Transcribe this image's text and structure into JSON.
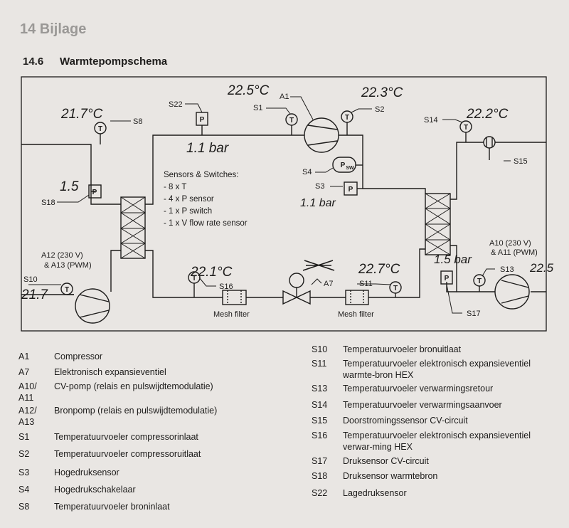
{
  "header": {
    "chapter": "14 Bijlage",
    "section_number": "14.6",
    "section_title": "Warmtepompschema"
  },
  "diagram": {
    "sensors_box": {
      "title": "Sensors & Switches:",
      "items": [
        "- 8 x T",
        "- 4 x P sensor",
        "- 1 x P switch",
        "- 1 x V flow rate sensor"
      ]
    },
    "labels": {
      "A1": "A1",
      "S1": "S1",
      "S2": "S2",
      "S3": "S3",
      "S4": "S4",
      "S8": "S8",
      "S10": "S10",
      "S11": "S11",
      "S13": "S13",
      "S14": "S14",
      "S15": "S15",
      "S16": "S16",
      "S17": "S17",
      "S18": "S18",
      "S22": "S22",
      "A7": "A7",
      "A12_line1": "A12 (230 V)",
      "A12_line2": "& A13 (PWM)",
      "A10_line1": "A10 (230 V)",
      "A10_line2": "& A11 (PWM)",
      "mesh_filter_left": "Mesh filter",
      "mesh_filter_right": "Mesh filter",
      "psw": "P",
      "psw_sub": "SW",
      "T": "T",
      "P": "P"
    },
    "handwritten": {
      "s8_temp": "21.7°C",
      "a1_temp": "22.5°C",
      "s2_temp": "22.3°C",
      "s14_temp": "22.2°C",
      "s22_pressure": "1.1 bar",
      "s3_pressure": "1.1 bar",
      "s18_pressure": "1.5",
      "s10_temp": "21.7",
      "s16_temp": "22.1°C",
      "s11_temp": "22.7°C",
      "s17_pressure": "1.5 bar",
      "s13_temp": "22.5"
    }
  },
  "legend_left": [
    {
      "code": "A1",
      "desc": "Compressor"
    },
    {
      "code": "A7",
      "desc": "Elektronisch expansieventiel"
    },
    {
      "code": "A10/\nA11",
      "desc": "CV-pomp (relais en pulswijdtemodulatie)"
    },
    {
      "code": "A12/\nA13",
      "desc": "Bronpomp (relais en pulswijdtemodulatie)"
    },
    {
      "code": "S1",
      "desc": "Temperatuurvoeler compressorinlaat"
    },
    {
      "code": "S2",
      "desc": "Temperatuurvoeler compressoruitlaat"
    },
    {
      "code": "S3",
      "desc": "Hogedruksensor"
    },
    {
      "code": "S4",
      "desc": "Hogedrukschakelaar"
    },
    {
      "code": "S8",
      "desc": "Temperatuurvoeler broninlaat"
    }
  ],
  "legend_right": [
    {
      "code": "S10",
      "desc": "Temperatuurvoeler bronuitlaat"
    },
    {
      "code": "S11",
      "desc": "Temperatuurvoeler elektronisch expansieventiel warmte-bron HEX"
    },
    {
      "code": "S13",
      "desc": "Temperatuurvoeler verwarmingsretour"
    },
    {
      "code": "S14",
      "desc": "Temperatuurvoeler verwarmingsaanvoer"
    },
    {
      "code": "S15",
      "desc": "Doorstromingssensor CV-circuit"
    },
    {
      "code": "S16",
      "desc": "Temperatuurvoeler elektronisch expansieventiel verwar-ming HEX"
    },
    {
      "code": "S17",
      "desc": "Druksensor CV-circuit"
    },
    {
      "code": "S18",
      "desc": "Druksensor warmtebron"
    },
    {
      "code": "S22",
      "desc": "Lagedruksensor"
    }
  ],
  "colors": {
    "line": "#1d1c1b",
    "heading_gray": "#9a9896",
    "paper": "#e9e6e3"
  }
}
